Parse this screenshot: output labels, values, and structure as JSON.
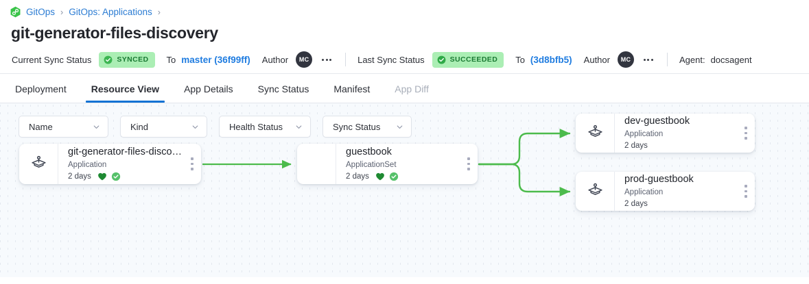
{
  "breadcrumb": {
    "logo_icon": "gitops-hexagon-logo-icon",
    "items": [
      {
        "label": "GitOps",
        "link": true
      },
      {
        "label": "GitOps: Applications",
        "link": true
      }
    ],
    "separator": "›"
  },
  "page_title": "git-generator-files-discovery",
  "status_bar": {
    "current_sync_label": "Current Sync Status",
    "current_sync_badge": "SYNCED",
    "current_to_label": "To",
    "current_revision": "master (36f99ff)",
    "current_author_label": "Author",
    "current_author_initials": "MC",
    "last_sync_label": "Last Sync Status",
    "last_sync_badge": "SUCCEEDED",
    "last_to_label": "To",
    "last_revision": "(3d8bfb5)",
    "last_author_label": "Author",
    "last_author_initials": "MC",
    "agent_label": "Agent:",
    "agent_value": "docsagent",
    "badge_bg": "#abeeb4",
    "badge_text_color": "#1a7a33",
    "link_color": "#1f7ce0"
  },
  "tabs": [
    {
      "label": "Deployment",
      "active": false,
      "disabled": false
    },
    {
      "label": "Resource View",
      "active": true,
      "disabled": false
    },
    {
      "label": "App Details",
      "active": false,
      "disabled": false
    },
    {
      "label": "Sync Status",
      "active": false,
      "disabled": false
    },
    {
      "label": "Manifest",
      "active": false,
      "disabled": false
    },
    {
      "label": "App Diff",
      "active": false,
      "disabled": true
    }
  ],
  "active_tab_color": "#1172d4",
  "filters": [
    {
      "label": "Name"
    },
    {
      "label": "Kind"
    },
    {
      "label": "Health Status"
    },
    {
      "label": "Sync Status"
    }
  ],
  "graph": {
    "edge_color": "#4cbb4c",
    "nodes": [
      {
        "id": "root",
        "title": "git-generator-files-disco…",
        "kind": "Application",
        "age": "2 days",
        "has_icon": true,
        "health": "healthy",
        "sync": "synced"
      },
      {
        "id": "appset",
        "title": "guestbook",
        "kind": "ApplicationSet",
        "age": "2 days",
        "has_icon": false,
        "health": "healthy",
        "sync": "synced"
      },
      {
        "id": "dev",
        "title": "dev-guestbook",
        "kind": "Application",
        "age": "2 days",
        "has_icon": true,
        "health": null,
        "sync": null
      },
      {
        "id": "prod",
        "title": "prod-guestbook",
        "kind": "Application",
        "age": "2 days",
        "has_icon": true,
        "health": null,
        "sync": null
      }
    ]
  }
}
